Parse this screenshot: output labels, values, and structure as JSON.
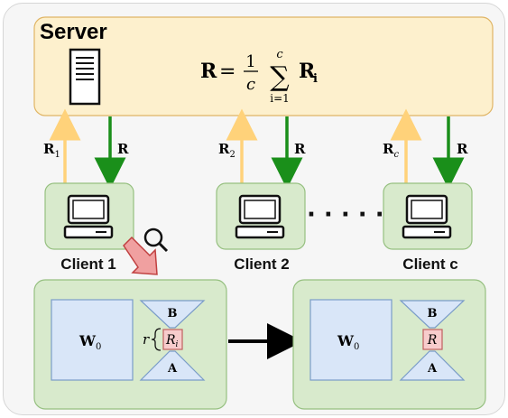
{
  "server": {
    "title": "Server",
    "formula": {
      "lhs": "R",
      "frac_num": "1",
      "frac_den": "c",
      "sum_upper": "c",
      "sum_lower": "i=1",
      "term": "R",
      "term_sub": "i"
    }
  },
  "clients": [
    {
      "label": "Client 1",
      "up_arrow": {
        "base": "R",
        "sub": "1"
      },
      "down_arrow": "R"
    },
    {
      "label": "Client 2",
      "up_arrow": {
        "base": "R",
        "sub": "2"
      },
      "down_arrow": "R"
    },
    {
      "label": "Client c",
      "up_arrow": {
        "base": "R",
        "sub": "c"
      },
      "down_arrow": "R"
    }
  ],
  "ellipsis": "· · · · ·",
  "left_module": {
    "w_label": "W",
    "w_sub": "0",
    "b_label": "B",
    "a_label": "A",
    "r_label": "r",
    "center": {
      "base": "R",
      "sub": "i"
    }
  },
  "right_module": {
    "w_label": "W",
    "w_sub": "0",
    "b_label": "B",
    "a_label": "A",
    "center": "R"
  },
  "colors": {
    "server_fill": "#fdf0cd",
    "server_stroke": "#e0b565",
    "client_fill": "#d8eacc",
    "client_stroke": "#96c080",
    "module_fill": "#d8eacc",
    "weight_fill": "#d9e6f8",
    "weight_stroke": "#7a9cc8",
    "center_fill": "#f7cccc",
    "center_stroke": "#c06060",
    "up_arrow": "#ffd27a",
    "down_arrow": "#1a8f1a",
    "red_arrow": "#f0a0a0"
  },
  "icons": [
    "server-icon",
    "computer-icon",
    "magnifier-icon"
  ]
}
